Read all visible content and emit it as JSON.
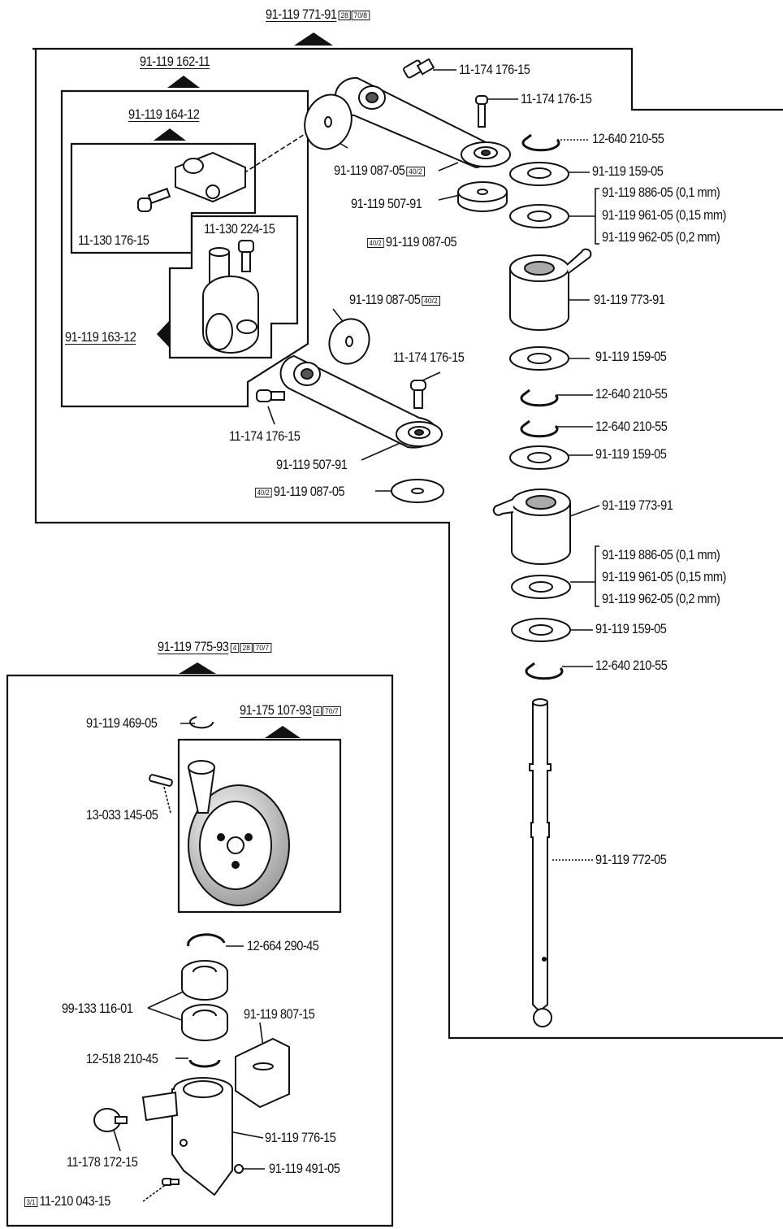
{
  "assemblies": {
    "main": {
      "part": "91-119 771-91",
      "tags": [
        "28",
        "70/8"
      ]
    },
    "sub_a": {
      "part": "91-119 162-11"
    },
    "sub_b": {
      "part": "91-119 164-12"
    },
    "sub_c": {
      "part": "91-119 163-12"
    },
    "lower": {
      "part": "91-119 775-93",
      "tags": [
        "4",
        "28",
        "70/7"
      ]
    },
    "lower_sub": {
      "part": "91-175 107-93",
      "tags": [
        "4",
        "70/7"
      ]
    }
  },
  "parts": {
    "screw_top": "11-174 176-15",
    "screw_top2": "11-174 176-15",
    "ring_a1": "12-640 210-55",
    "washer_a1": "91-119 159-05",
    "shim_a1": "91-119 886-05 (0,1 mm)",
    "shim_a2": "91-119 961-05 (0,15 mm)",
    "shim_a3": "91-119 962-05 (0,2 mm)",
    "disc_a1": "91-119 087-05",
    "disc_a1_tag": "40/2",
    "link_a1": "91-119 507-91",
    "disc_a2": "91-119 087-05",
    "disc_a2_tag": "40/2",
    "bush_a1": "91-119 773-91",
    "screw_b1": "11-130 176-15",
    "screw_b2": "11-130 224-15",
    "disc_b1": "91-119 087-05",
    "disc_b1_tag": "40/2",
    "screw_b3": "11-174 176-15",
    "washer_b1": "91-119 159-05",
    "ring_b1": "12-640 210-55",
    "ring_b2": "12-640 210-55",
    "washer_b2": "91-119 159-05",
    "screw_b4": "11-174 176-15",
    "link_b1": "91-119 507-91",
    "disc_b2": "91-119 087-05",
    "disc_b2_tag": "40/2",
    "bush_b1": "91-119 773-91",
    "shim_b1": "91-119 886-05 (0,1 mm)",
    "shim_b2": "91-119 961-05 (0,15 mm)",
    "shim_b3": "91-119 962-05 (0,2 mm)",
    "washer_c1": "91-119 159-05",
    "ring_c1": "12-640 210-55",
    "shaft": "91-119 772-05",
    "ring_l1": "91-119 469-05",
    "pin_l1": "13-033 145-05",
    "circlip_l1": "12-664 290-45",
    "bearing_l1": "99-133 116-01",
    "bracket_l1": "91-119 807-15",
    "ring_l2": "12-518 210-45",
    "housing_l1": "91-119 776-15",
    "screw_l1": "11-178 172-15",
    "ball_l1": "91-119 491-05",
    "screw_l2": "11-210 043-15",
    "screw_l2_tag": "3/1"
  }
}
